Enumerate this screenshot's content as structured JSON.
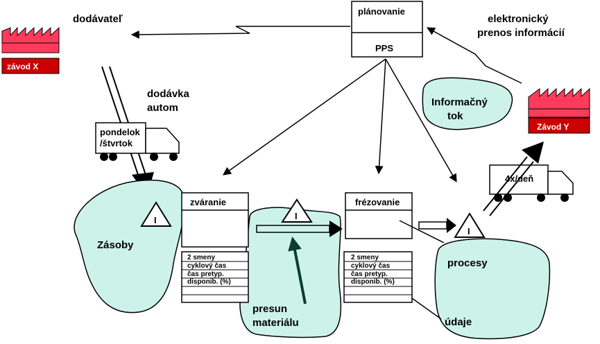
{
  "supplier_label": "dodávateľ",
  "factory_x_label": "závod X",
  "delivery_label": {
    "line1": "dodávka",
    "line2": "autom"
  },
  "truck_left": {
    "line1": "pondelok",
    "line2": "/štvrtok"
  },
  "planning": {
    "title": "plánovanie",
    "system": "PPS"
  },
  "electronic_label": {
    "line1": "elektronický",
    "line2": "prenos informácií"
  },
  "info_flow": {
    "line1": "Informačný",
    "line2": "tok"
  },
  "factory_y_label": "Závod Y",
  "truck_right": {
    "label": "4x/deň"
  },
  "inventory_label": "Zásoby",
  "inventory_marker": "I",
  "process1": {
    "name": "zváranie",
    "rows": [
      "2 smeny",
      "cyklový čas",
      "čas pretyp.",
      "disponib. (%)"
    ]
  },
  "process2": {
    "name": "frézovanie",
    "rows": [
      "2 smeny",
      "cyklový čas",
      "čas pretyp.",
      "disponib. (%)"
    ]
  },
  "material_move": {
    "line1": "presun",
    "line2": "materiálu"
  },
  "processes_label": "procesy",
  "data_label": "údaje",
  "colors": {
    "factory": "#ff3b5c",
    "factory_label": "#cc0000",
    "blob": "#cdf2ea"
  }
}
